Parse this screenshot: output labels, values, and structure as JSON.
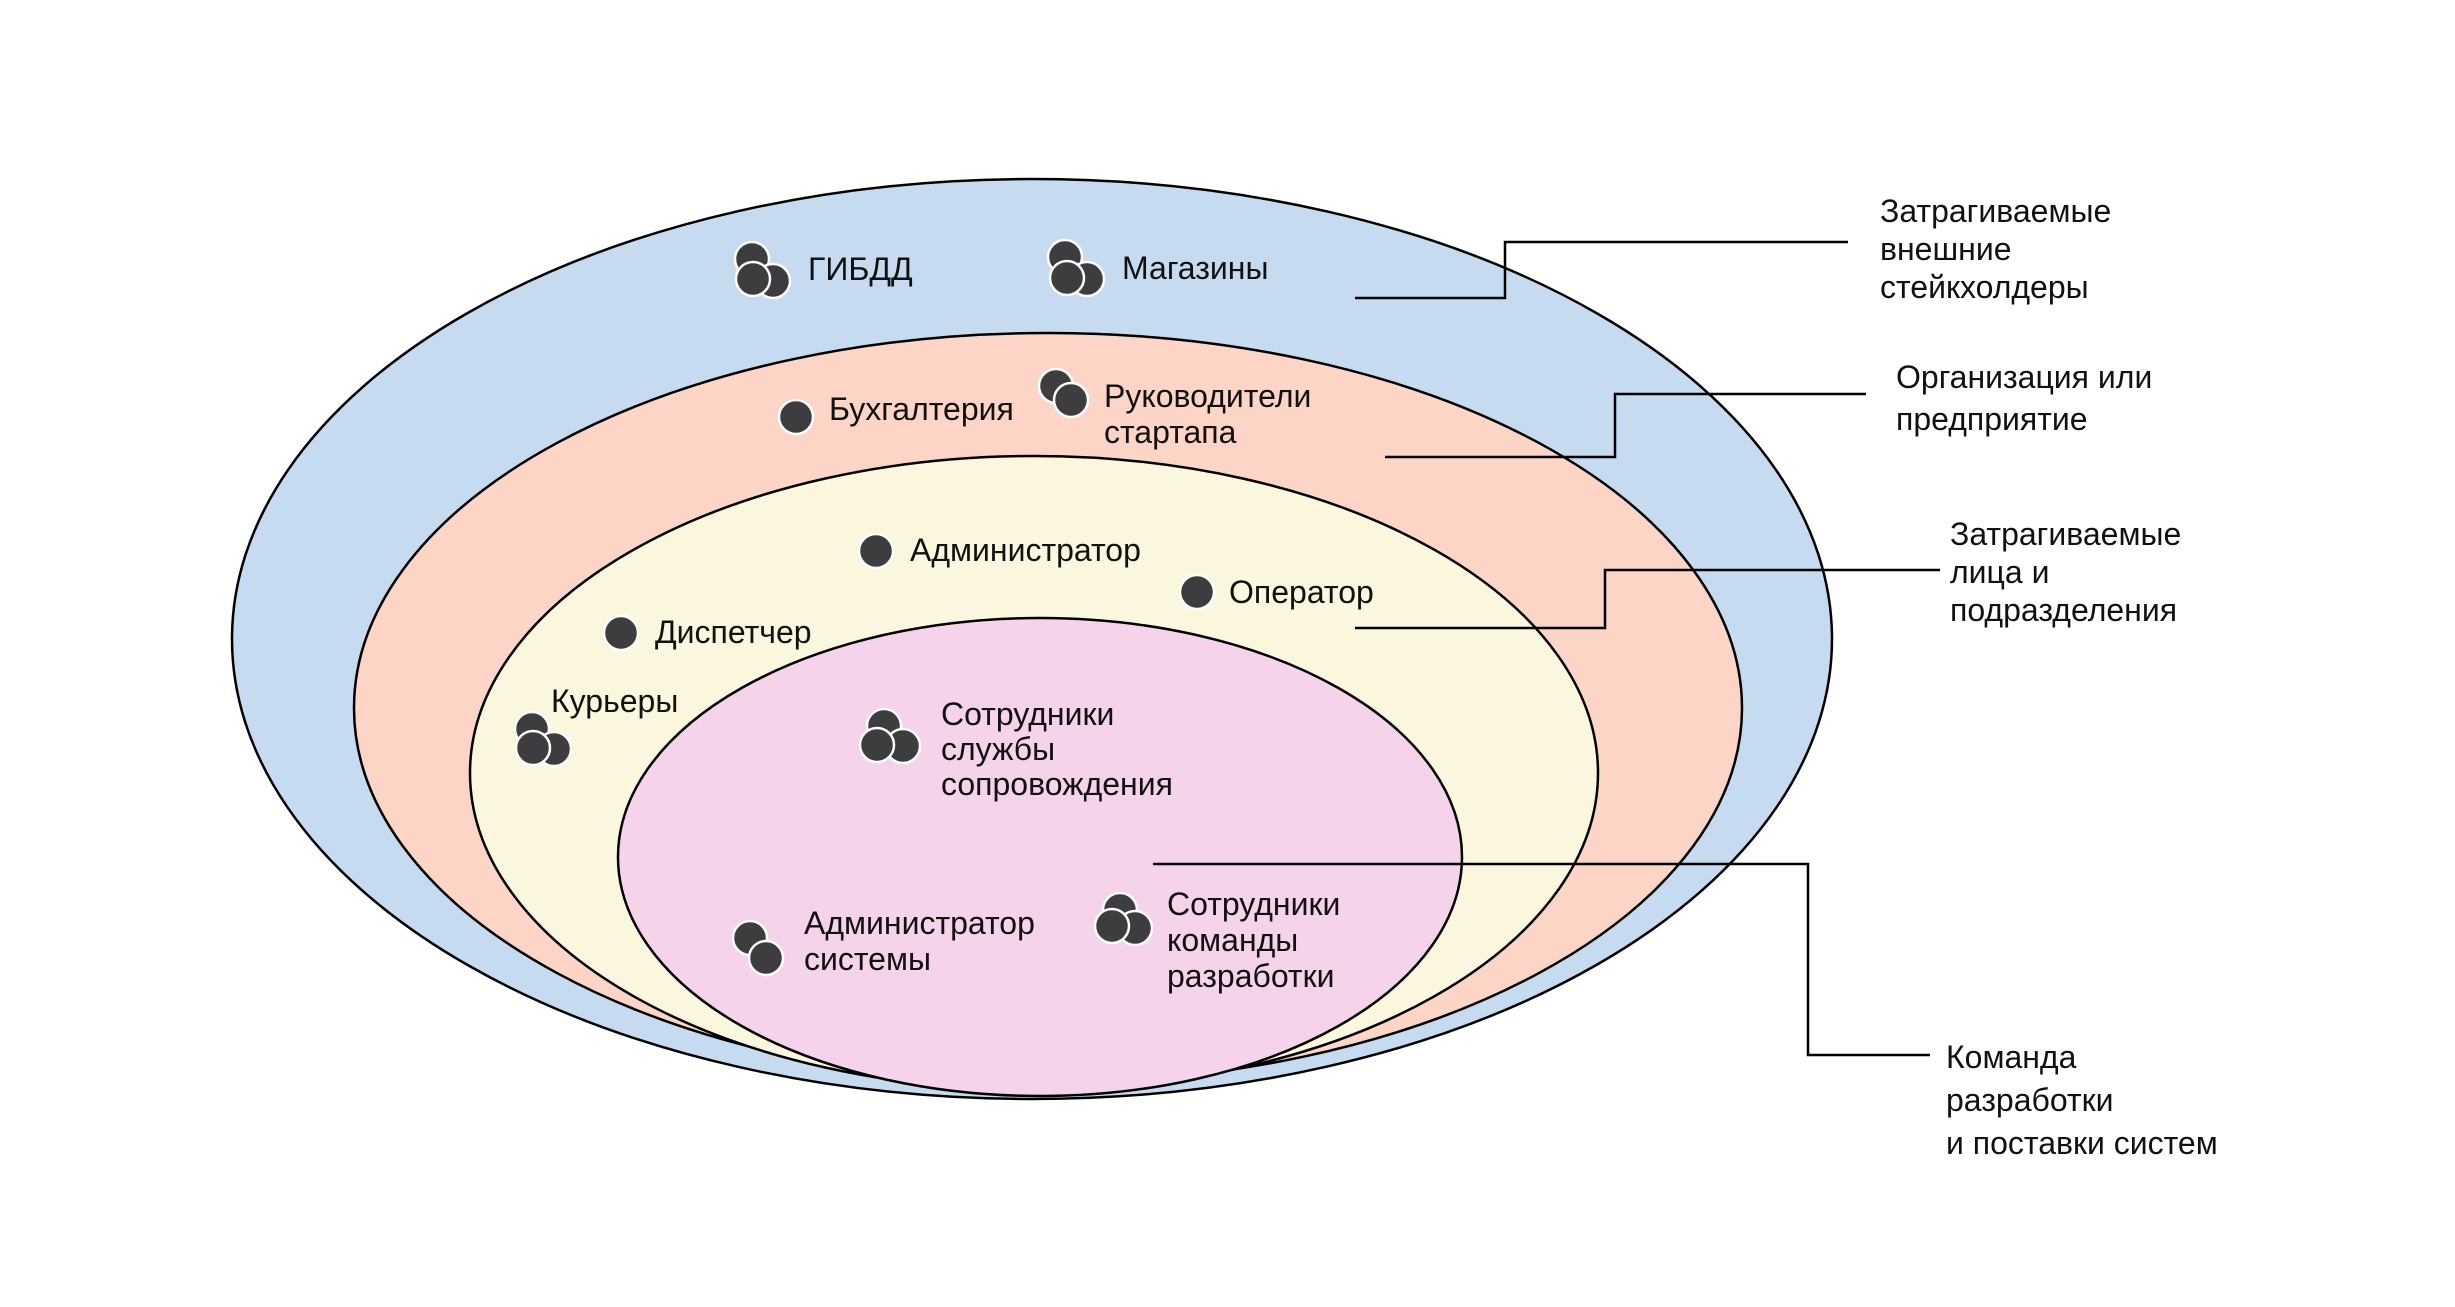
{
  "colors": {
    "external": "#c6dbf0",
    "organization": "#fcd5c7",
    "affected": "#faf7de",
    "team": "#f5d3ea",
    "person": "#3d3d3f",
    "line": "#000000"
  },
  "layers": [
    {
      "id": "external",
      "legend": [
        "Затрагиваемые",
        "внешние",
        "стейкхолдеры"
      ]
    },
    {
      "id": "organization",
      "legend": [
        "Организация или",
        "предприятие"
      ]
    },
    {
      "id": "affected",
      "legend": [
        "Затрагиваемые",
        "лица и",
        "подразделения"
      ]
    },
    {
      "id": "team",
      "legend": [
        "Команда",
        "разработки",
        "и поставки систем"
      ]
    }
  ],
  "stakeholders": [
    {
      "id": "gibdd",
      "layer": "external",
      "icon": "group-icon",
      "label": [
        "ГИБДД"
      ]
    },
    {
      "id": "shops",
      "layer": "external",
      "icon": "group-icon",
      "label": [
        "Магазины"
      ]
    },
    {
      "id": "accounting",
      "layer": "organization",
      "icon": "person-icon",
      "label": [
        "Бухгалтерия"
      ]
    },
    {
      "id": "startup-leaders",
      "layer": "organization",
      "icon": "pair-icon",
      "label": [
        "Руководители",
        "стартапа"
      ]
    },
    {
      "id": "administrator",
      "layer": "affected",
      "icon": "person-icon",
      "label": [
        "Администратор"
      ]
    },
    {
      "id": "operator",
      "layer": "affected",
      "icon": "person-icon",
      "label": [
        "Оператор"
      ]
    },
    {
      "id": "dispatcher",
      "layer": "affected",
      "icon": "person-icon",
      "label": [
        "Диспетчер"
      ]
    },
    {
      "id": "couriers",
      "layer": "affected",
      "icon": "group-icon",
      "label": [
        "Курьеры"
      ]
    },
    {
      "id": "support-staff",
      "layer": "team",
      "icon": "group-icon",
      "label": [
        "Сотрудники",
        "службы",
        "сопровождения"
      ]
    },
    {
      "id": "system-admin",
      "layer": "team",
      "icon": "pair-icon",
      "label": [
        "Администратор",
        "системы"
      ]
    },
    {
      "id": "dev-team",
      "layer": "team",
      "icon": "group-icon",
      "label": [
        "Сотрудники",
        "команды",
        "разработки"
      ]
    }
  ]
}
